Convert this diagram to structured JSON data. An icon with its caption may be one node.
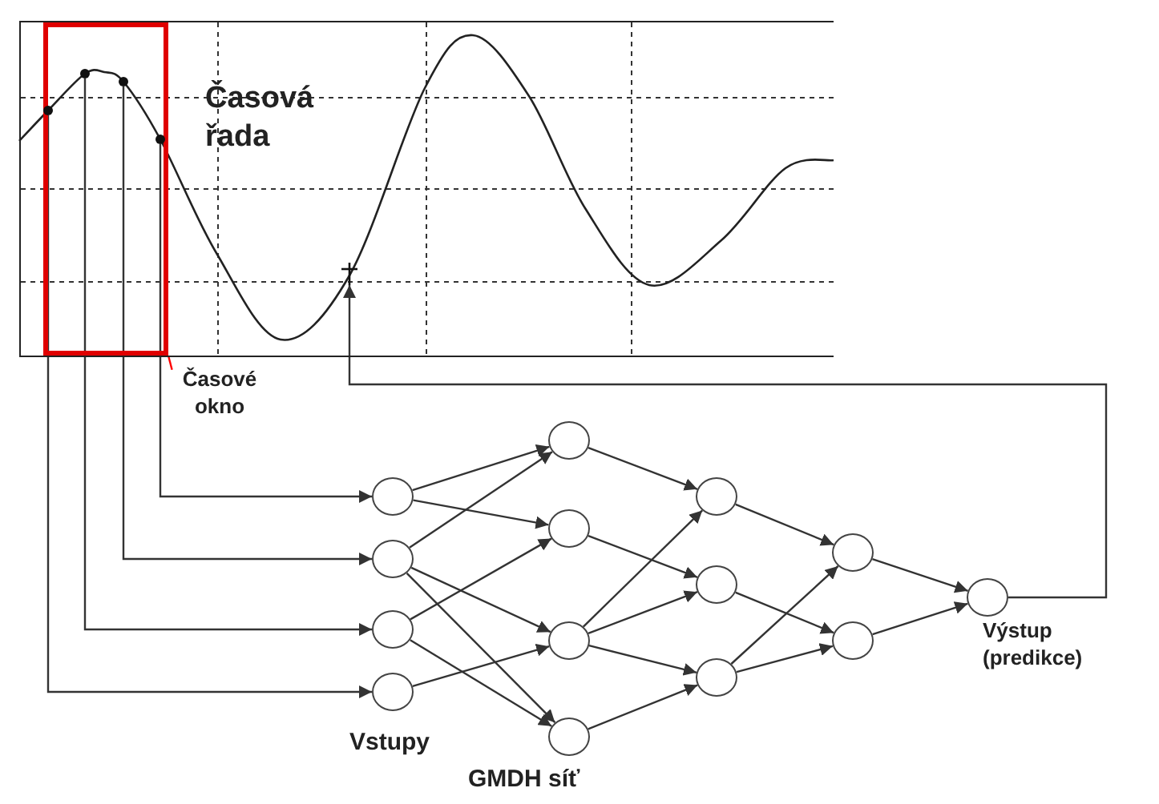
{
  "diagram": {
    "nodes": [
      {
        "text": [
          "Časová řada"
        ]
      },
      {
        "text": [],
        "shape": "box",
        "in": 0
      },
      {
        "text": [
          "Časové okno"
        ]
      },
      {
        "text": [],
        "shape": "circle",
        "in": 1
      },
      {
        "text": [],
        "shape": "circle",
        "in": 1
      },
      {
        "text": [],
        "shape": "circle",
        "in": 1
      },
      {
        "text": [],
        "shape": "circle",
        "in": 1
      },
      {
        "text": [],
        "shape": "circle",
        "in": 0
      },
      {
        "text": [],
        "shape": "circle"
      },
      {
        "text": [],
        "shape": "circle"
      },
      {
        "text": [],
        "shape": "circle"
      },
      {
        "text": [],
        "shape": "circle"
      },
      {
        "text": [],
        "shape": "circle"
      },
      {
        "text": [],
        "shape": "circle"
      },
      {
        "text": [],
        "shape": "circle"
      },
      {
        "text": [],
        "shape": "circle"
      },
      {
        "text": [],
        "shape": "circle"
      },
      {
        "text": [],
        "shape": "circle"
      },
      {
        "text": [],
        "shape": "circle"
      },
      {
        "text": [],
        "shape": "circle"
      },
      {
        "text": [],
        "shape": "circle"
      },
      {
        "text": [],
        "shape": "circle",
        "beside": [
          "Výstup (predikce)"
        ]
      }
    ],
    "edges": [
      {
        "from": 2,
        "to": 1,
        "arrow": "none",
        "color": "#ff0000"
      },
      {
        "from": 3,
        "to": 11,
        "arrow": "to"
      },
      {
        "from": 4,
        "to": 10,
        "arrow": "to"
      },
      {
        "from": 5,
        "to": 9,
        "arrow": "to"
      },
      {
        "from": 6,
        "to": 8,
        "arrow": "to"
      },
      {
        "from": 8,
        "to": 12,
        "arrow": "to"
      },
      {
        "from": 8,
        "to": 13,
        "arrow": "to"
      },
      {
        "from": 9,
        "to": 12,
        "arrow": "to"
      },
      {
        "from": 9,
        "to": 14,
        "arrow": "to"
      },
      {
        "from": 9,
        "to": 15,
        "arrow": "to"
      },
      {
        "from": 10,
        "to": 13,
        "arrow": "to"
      },
      {
        "from": 10,
        "to": 15,
        "arrow": "to"
      },
      {
        "from": 11,
        "to": 14,
        "arrow": "to"
      },
      {
        "from": 12,
        "to": 16,
        "arrow": "to"
      },
      {
        "from": 13,
        "to": 17,
        "arrow": "to"
      },
      {
        "from": 14,
        "to": 16,
        "arrow": "to"
      },
      {
        "from": 14,
        "to": 17,
        "arrow": "to"
      },
      {
        "from": 14,
        "to": 18,
        "arrow": "to"
      },
      {
        "from": 15,
        "to": 18,
        "arrow": "to"
      },
      {
        "from": 16,
        "to": 19,
        "arrow": "to"
      },
      {
        "from": 17,
        "to": 20,
        "arrow": "to"
      },
      {
        "from": 18,
        "to": 19,
        "arrow": "to"
      },
      {
        "from": 18,
        "to": 20,
        "arrow": "to"
      },
      {
        "from": 19,
        "to": 21,
        "arrow": "to"
      },
      {
        "from": 20,
        "to": 21,
        "arrow": "to"
      },
      {
        "from": 21,
        "to": 7,
        "arrow": "to"
      }
    ],
    "labels": [
      "Vstupy",
      "GMDH síť"
    ]
  }
}
